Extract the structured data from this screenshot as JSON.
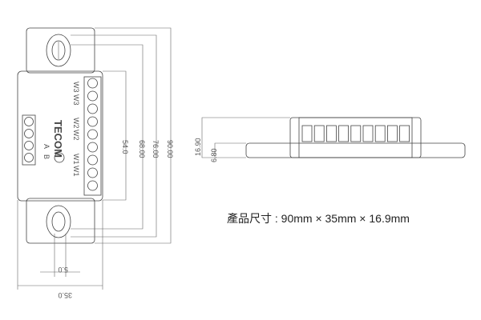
{
  "front_view": {
    "brand": "TECOM",
    "terminal_labels": [
      "W3",
      "W3",
      "W2",
      "W2",
      "W1",
      "W1"
    ],
    "side_labels": [
      "A",
      "B"
    ],
    "dimensions": {
      "d54": "54.0",
      "d68": "68.00",
      "d76": "76.00",
      "d90": "90.00",
      "width": "35.0",
      "hole": "5.0"
    }
  },
  "side_view": {
    "dimensions": {
      "height": "16.90",
      "flange": "6.80"
    }
  },
  "caption": "產品尺寸 : 90mm × 35mm × 16.9mm"
}
